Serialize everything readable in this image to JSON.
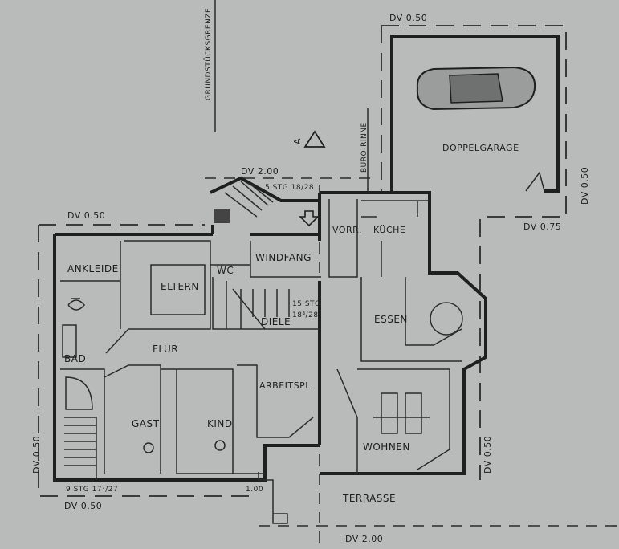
{
  "plan": {
    "rooms": {
      "ankleide": "ANKLEIDE",
      "eltern": "ELTERN",
      "wc": "WC",
      "windfang": "WINDFANG",
      "vorr": "VORR.",
      "kueche": "KÜCHE",
      "diele": "DIELE",
      "essen": "ESSEN",
      "flur": "FLUR",
      "bad": "BAD",
      "arbeitspl": "ARBEITSPL.",
      "gast": "GAST",
      "kind": "KIND",
      "wohnen": "WOHNEN",
      "terrasse": "TERRASSE",
      "garage": "DOPPELGARAGE"
    },
    "annotations": {
      "property_line": "GRUNDSTÜCKSGRENZE",
      "drain": "BURO-RINNE",
      "section_mark": "A",
      "dv_top_garage": "DV 0.50",
      "dv_garage_right": "DV 0.50",
      "dv_garage_bottom": "DV 0.75",
      "dv_entrance": "DV 2.00",
      "stairs_entrance": "5 STG 18/28",
      "dv_left_top": "DV 0.50",
      "stairs_diele_1": "15 STG",
      "stairs_diele_2": "18³/28",
      "dv_left_side": "DV 0.50",
      "stairs_bottom": "9 STG 17⁷/27",
      "dv_bottom_left": "DV 0.50",
      "dim_100": "1.00",
      "dv_bottom_right": "DV 2.00",
      "dv_right_side": "DV 0.50"
    }
  }
}
